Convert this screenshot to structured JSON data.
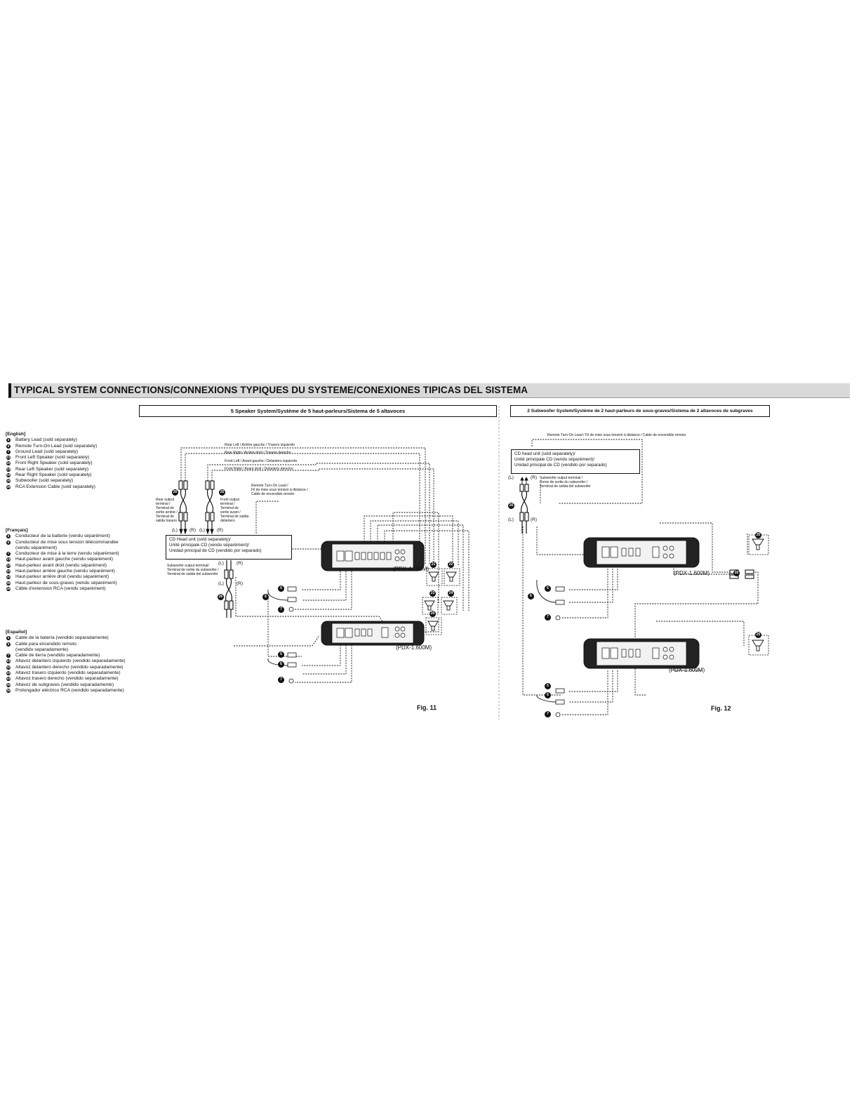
{
  "title": "TYPICAL SYSTEM CONNECTIONS/CONNEXIONS TYPIQUES DU SYSTEME/CONEXIONES TIPICAS DEL SISTEMA",
  "fig11": {
    "section_title": "5 Speaker System/Système de 5 haut-parleurs/Sistema de 5 altavoces",
    "rear_left": "Rear Left / Arrière gauche / Trasero izquierdo",
    "rear_right": "Rear Right / Arrière droit / Trasero derecho",
    "front_left": "Front Left / Avant gauche / Delantero izquierdo",
    "front_right": "Front Right / Avant droit / Delantero derecho",
    "remote_lines": [
      "Remote Turn-On Lead /",
      "Fil de mise sous tension à distance /",
      "Cable de encendido remoto"
    ],
    "rear_output_lines": [
      "Rear output",
      "terminal /",
      "Terminal de",
      "sortie arrière /",
      "Terminal de",
      "salida trasero"
    ],
    "front_output_lines": [
      "Front output",
      "terminal /",
      "Terminal de",
      "sortie avant /",
      "Terminal de salida",
      "delantero"
    ],
    "head_unit_lines": [
      "CD Head unit (sold separately)/",
      "Unité principale CD (vendu séparément)/",
      "Unidad principal de CD (vendido por separado)"
    ],
    "sub_output_lines": [
      "Subwoofer output terminal/",
      "Terminal de sortie du subwoofer /",
      "Terminal de salida del subwoofer"
    ],
    "amp1": "(PDX-4.100M)",
    "amp2": "(PDX-1.600M)",
    "fig_label": "Fig. 11"
  },
  "fig12": {
    "section_title": "2 Subwoofer System/Système de 2 haut-parleurs de sous-graves/Sistema de 2 altavoces de subgraves",
    "remote": "Remote Turn-On Lead / Fil de mise sous tension à distance / Cable de encendido remoto",
    "head_unit_lines": [
      "CD head unit (sold separately)/",
      "Unité principale CD (vendu séparément)/",
      "Unidad principal de CD (vendido por separado)"
    ],
    "sub_output_lines": [
      "Subwoofer output terminal /",
      "Borne de sortie du subwoofer /",
      "Terminal de salida del subwoofer"
    ],
    "amp1": "(PDX-1.600M)",
    "amp2": "(PDX-1.600M)",
    "fig_label": "Fig. 12"
  },
  "labels": {
    "L": "(L)",
    "R": "(R)",
    "n5": "5",
    "n6": "6",
    "n7": "7",
    "n21": "21",
    "n22": "22",
    "n23": "23",
    "n24": "24",
    "n25": "25",
    "n26": "26"
  },
  "legend_en": {
    "header": "[English]",
    "items": [
      {
        "num": "5",
        "text": "Battery Lead (sold separately)"
      },
      {
        "num": "6",
        "text": "Remote Turn-On Lead (sold separately)"
      },
      {
        "num": "7",
        "text": "Ground Lead (sold separately)"
      },
      {
        "num": "21",
        "text": "Front Left Speaker (sold separately)"
      },
      {
        "num": "22",
        "text": "Front Right Speaker (sold separately)"
      },
      {
        "num": "23",
        "text": "Rear Left Speaker (sold separately)"
      },
      {
        "num": "24",
        "text": "Rear Right Speaker (sold separately)"
      },
      {
        "num": "25",
        "text": "Subwoofer (sold separately)"
      },
      {
        "num": "26",
        "text": "RCA Extension Cable (sold separately)"
      }
    ]
  },
  "legend_fr": {
    "header": "[Français]",
    "items": [
      {
        "num": "5",
        "text": "Conducteur de la batterie (vendu séparément)"
      },
      {
        "num": "6",
        "text": "Conducteur de mise sous tension télécommandée",
        "cont": "(vendu séparément)"
      },
      {
        "num": "7",
        "text": "Conducteur de mise à la terre (vendu séparément)"
      },
      {
        "num": "21",
        "text": "Haut-parleur avant gauche (vendu séparément)"
      },
      {
        "num": "22",
        "text": "Haut-parleur avant droit (vendu séparément)"
      },
      {
        "num": "23",
        "text": "Haut-parleur arrière gauche (vendu séparément)"
      },
      {
        "num": "24",
        "text": "Haut-parleur arrière droit (vendu séparément)"
      },
      {
        "num": "25",
        "text": "Haut-parleur de sous-graves (vendu séparément)"
      },
      {
        "num": "26",
        "text": "Câble d'extension RCA (vendu séparément)"
      }
    ]
  },
  "legend_es": {
    "header": "[Español]",
    "items": [
      {
        "num": "5",
        "text": "Cable de la batería (vendido separadamente)"
      },
      {
        "num": "6",
        "text": "Cable para encendido remoto",
        "cont": "(vendido separadamente)"
      },
      {
        "num": "7",
        "text": "Cable de tierra (vendido separadamente)"
      },
      {
        "num": "21",
        "text": "Altavoz delantero izquierdo (vendido separadamente)"
      },
      {
        "num": "22",
        "text": "Altavoz delantero derecho (vendido separadamente)"
      },
      {
        "num": "23",
        "text": "Altavoz trasero izquierdo (vendido separadamente)"
      },
      {
        "num": "24",
        "text": "Altavoz trasero derecho (vendido separadamente)"
      },
      {
        "num": "25",
        "text": "Altavoz de subgraves (vendido separadamente)"
      },
      {
        "num": "26",
        "text": "Prolongador eléctrico RCA (vendido separadamente)"
      }
    ]
  }
}
